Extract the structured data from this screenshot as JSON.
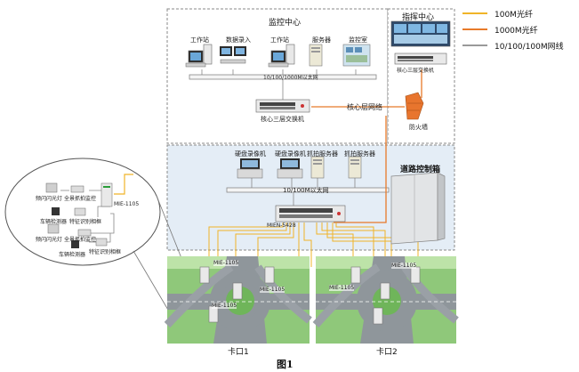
{
  "legend": [
    {
      "label": "100M光纤",
      "color": "#f0b428"
    },
    {
      "label": "1000M光纤",
      "color": "#e87a2a"
    },
    {
      "label": "10/100/100M网线",
      "color": "#999999"
    }
  ],
  "monitor_center": {
    "title": "监控中心",
    "devices": [
      "工作站",
      "数据录入",
      "工作站",
      "服务器",
      "监控室"
    ],
    "bus_label": "10/100/1000M以太网",
    "switch_label": "核心三层交换机",
    "core_net_label": "核心层网络",
    "firewall_label": "防火墙"
  },
  "command_center": {
    "title": "指挥中心",
    "switch_label": "核心三层交换机"
  },
  "road_area": {
    "devices": [
      "硬盘录像机",
      "硬盘录像机",
      "抓拍服务器",
      "抓拍服务器"
    ],
    "bus_label": "10/100M以太网",
    "switch_label": "MIEN-5428",
    "cabinet_label": "道路控制箱"
  },
  "zoom_panel": {
    "switch_label": "MIE-1105",
    "items": [
      "频闪闪光灯",
      "全景抓拍监控",
      "车辆检测器",
      "特征识别相框",
      "频闪闪光灯",
      "全景抓拍监控",
      "车辆检测器",
      "特征识别相框"
    ]
  },
  "checkpoints": [
    {
      "label": "卡口1",
      "switches": [
        "MIE-1105",
        "MIE-1105",
        "MIE-1105"
      ]
    },
    {
      "label": "卡口2",
      "switches": [
        "MIE-1105",
        "MIE-1105"
      ]
    }
  ],
  "figure_caption": "图1"
}
